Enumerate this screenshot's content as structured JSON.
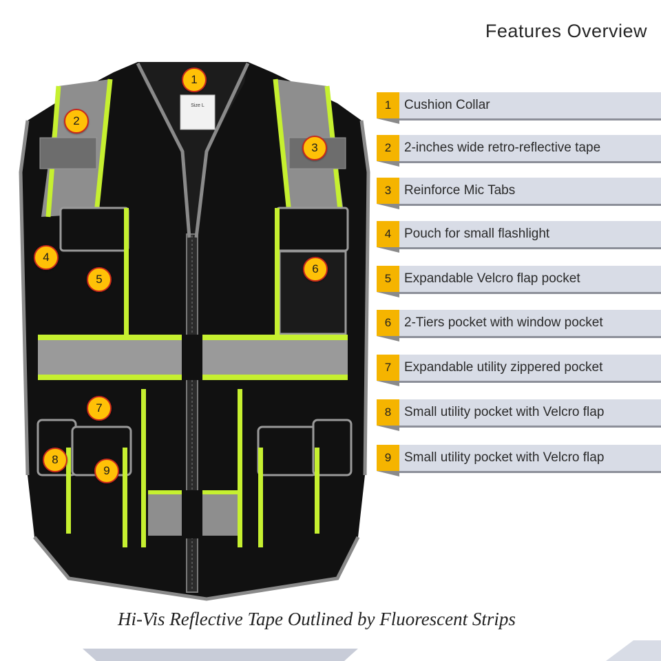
{
  "page": {
    "title": "Features Overview",
    "tagline": "Hi-Vis Reflective Tape Outlined by Fluorescent Strips"
  },
  "colors": {
    "accent": "#f5b400",
    "bar": "#d8dce6",
    "fluorescent": "#c6f030",
    "reflective": "#9a9a9a",
    "vest": "#111111"
  },
  "markers": [
    "1",
    "2",
    "3",
    "4",
    "5",
    "6",
    "7",
    "8",
    "9"
  ],
  "features": [
    {
      "num": "1",
      "label": "Cushion Collar"
    },
    {
      "num": "2",
      "label": "2-inches wide retro-reflective tape"
    },
    {
      "num": "3",
      "label": "Reinforce Mic Tabs"
    },
    {
      "num": "4",
      "label": "Pouch for small flashlight"
    },
    {
      "num": "5",
      "label": "Expandable Velcro flap pocket"
    },
    {
      "num": "6",
      "label": "2-Tiers pocket with window pocket"
    },
    {
      "num": "7",
      "label": "Expandable utility zippered pocket"
    },
    {
      "num": "8",
      "label": "Small utility pocket with Velcro flap"
    },
    {
      "num": "9",
      "label": "Small utility pocket with Velcro flap"
    }
  ],
  "vest_tag": {
    "size": "Size L"
  }
}
